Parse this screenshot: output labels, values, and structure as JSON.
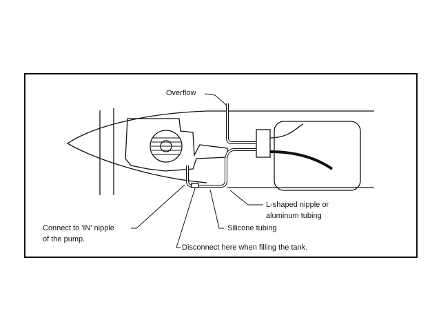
{
  "labels": {
    "overflow": "Overflow",
    "l_nipple_line1": "L-shaped nipple or",
    "l_nipple_line2": "aluminum tubing",
    "silicone": "Silicone tubing",
    "connect_line1": "Connect to 'IN' nipple",
    "connect_line2": "of the pump.",
    "disconnect": "Disconnect here when filling the tank."
  }
}
